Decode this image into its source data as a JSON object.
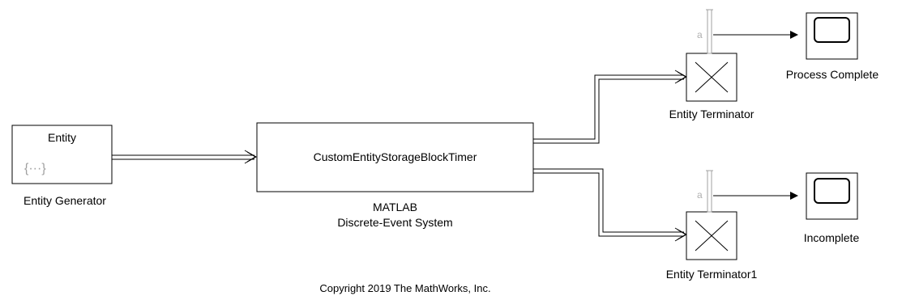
{
  "blocks": {
    "entity_generator": {
      "inner_text": "Entity",
      "icon_text": "{···}",
      "label": "Entity Generator"
    },
    "des_system": {
      "inner_text": "CustomEntityStorageBlockTimer",
      "label_line1": "MATLAB",
      "label_line2": "Discrete-Event System"
    },
    "terminator_top": {
      "label": "Entity Terminator",
      "port_label": "a"
    },
    "terminator_bottom": {
      "label": "Entity Terminator1",
      "port_label": "a"
    },
    "scope_top": {
      "label": "Process Complete"
    },
    "scope_bottom": {
      "label": "Incomplete"
    }
  },
  "copyright": "Copyright 2019 The MathWorks, Inc.",
  "colors": {
    "line": "#000000",
    "block_border": "#000000",
    "block_fill": "#ffffff",
    "port_gray": "#a0a0a0",
    "icon_gray": "#a0a0a0"
  }
}
